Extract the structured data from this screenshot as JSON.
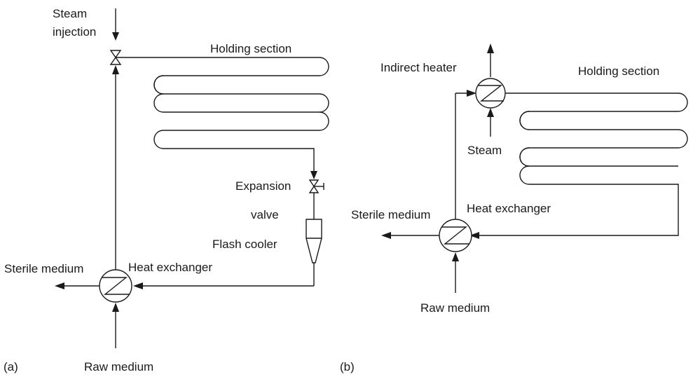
{
  "panel_a": {
    "tag": "(a)",
    "steam_injection": [
      "Steam",
      "injection"
    ],
    "holding_section": "Holding section",
    "expansion_valve": [
      "Expansion",
      "valve"
    ],
    "flash_cooler": "Flash cooler",
    "heat_exchanger": "Heat exchanger",
    "sterile_medium": "Sterile medium",
    "raw_medium": "Raw medium"
  },
  "panel_b": {
    "tag": "(b)",
    "indirect_heater": "Indirect heater",
    "holding_section": "Holding section",
    "steam": "Steam",
    "sterile_medium": "Sterile medium",
    "heat_exchanger": "Heat exchanger",
    "raw_medium": "Raw medium"
  }
}
